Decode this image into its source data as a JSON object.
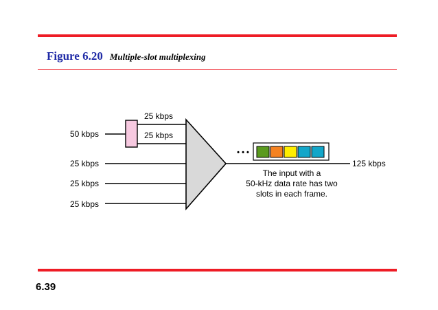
{
  "figure": {
    "number": "Figure 6.20",
    "caption": "Multiple-slot multiplexing"
  },
  "slide_number": "6.39",
  "diagram": {
    "input_fast": "50 kbps",
    "split_top": "25 kbps",
    "split_bottom": "25 kbps",
    "inputs_slow": [
      "25 kbps",
      "25 kbps",
      "25 kbps"
    ],
    "output_rate": "125 kbps",
    "ellipsis": "• • •",
    "frame_slot_colors": [
      "#5a9a1e",
      "#f58220",
      "#ffee00",
      "#13a6c9",
      "#13a6c9"
    ],
    "note_lines": [
      "The input with a",
      "50-kHz data rate has two",
      "slots in each frame."
    ]
  },
  "colors": {
    "rule": "#ee1c25",
    "title_blue": "#1f2aa6",
    "mux_fill": "#d9d9d9",
    "splitter_fill": "#f7c9e0"
  }
}
